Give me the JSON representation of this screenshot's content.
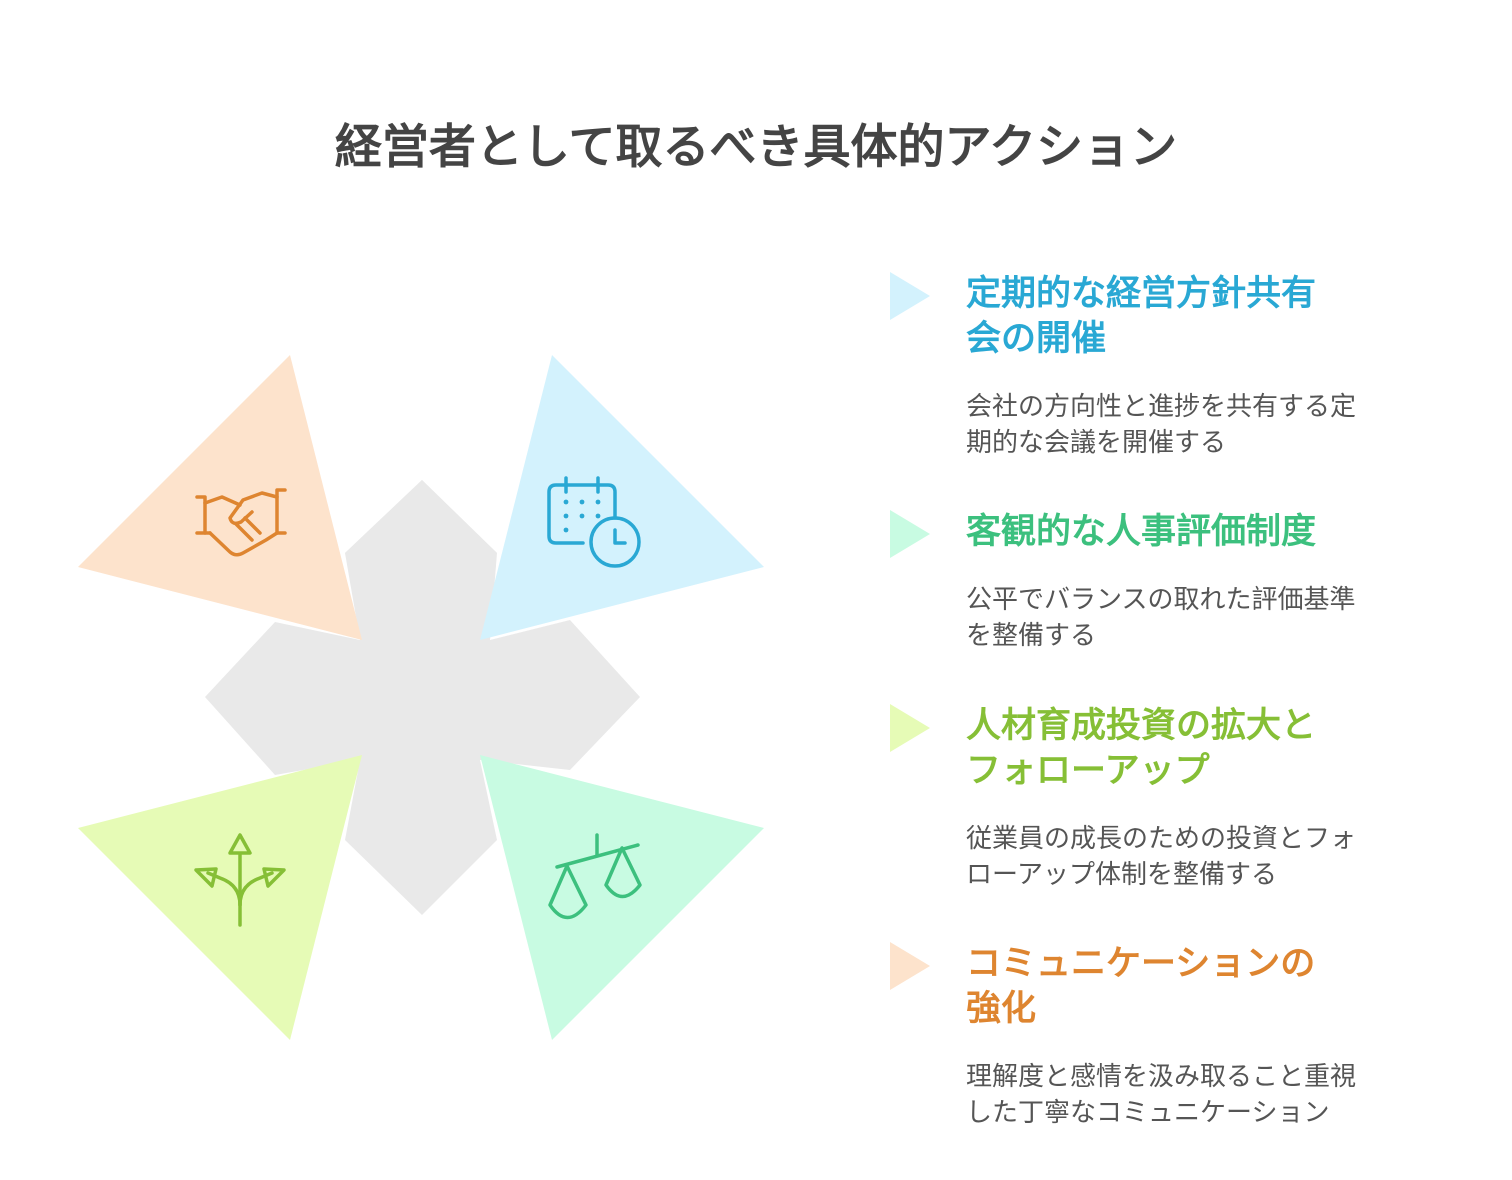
{
  "title": "経営者として取るべき具体的アクション",
  "colors": {
    "blue": "#29a8d4",
    "blue_fill": "#d3f2fd",
    "green": "#3cc07e",
    "green_fill": "#c8fbe2",
    "lime": "#86bf36",
    "lime_fill": "#e6fbb6",
    "orange": "#de8530",
    "orange_fill": "#fde3cc",
    "center_fill": "#e9e9e9"
  },
  "icons": {
    "top_left": "handshake-icon",
    "top_right": "calendar-clock-icon",
    "bottom_left": "split-arrows-icon",
    "bottom_right": "balance-scale-icon"
  },
  "items": [
    {
      "title_line1": "定期的な経営方針共有",
      "title_line2": "会の開催",
      "desc_line1": "会社の方向性と進捗を共有する定",
      "desc_line2": "期的な会議を開催する"
    },
    {
      "title_line1": "客観的な人事評価制度",
      "title_line2": "",
      "desc_line1": "公平でバランスの取れた評価基準",
      "desc_line2": "を整備する"
    },
    {
      "title_line1": "人材育成投資の拡大と",
      "title_line2": "フォローアップ",
      "desc_line1": "従業員の成長のための投資とフォ",
      "desc_line2": "ローアップ体制を整備する"
    },
    {
      "title_line1": "コミュニケーションの",
      "title_line2": "強化",
      "desc_line1": "理解度と感情を汲み取ること重視",
      "desc_line2": "した丁寧なコミュニケーション"
    }
  ]
}
